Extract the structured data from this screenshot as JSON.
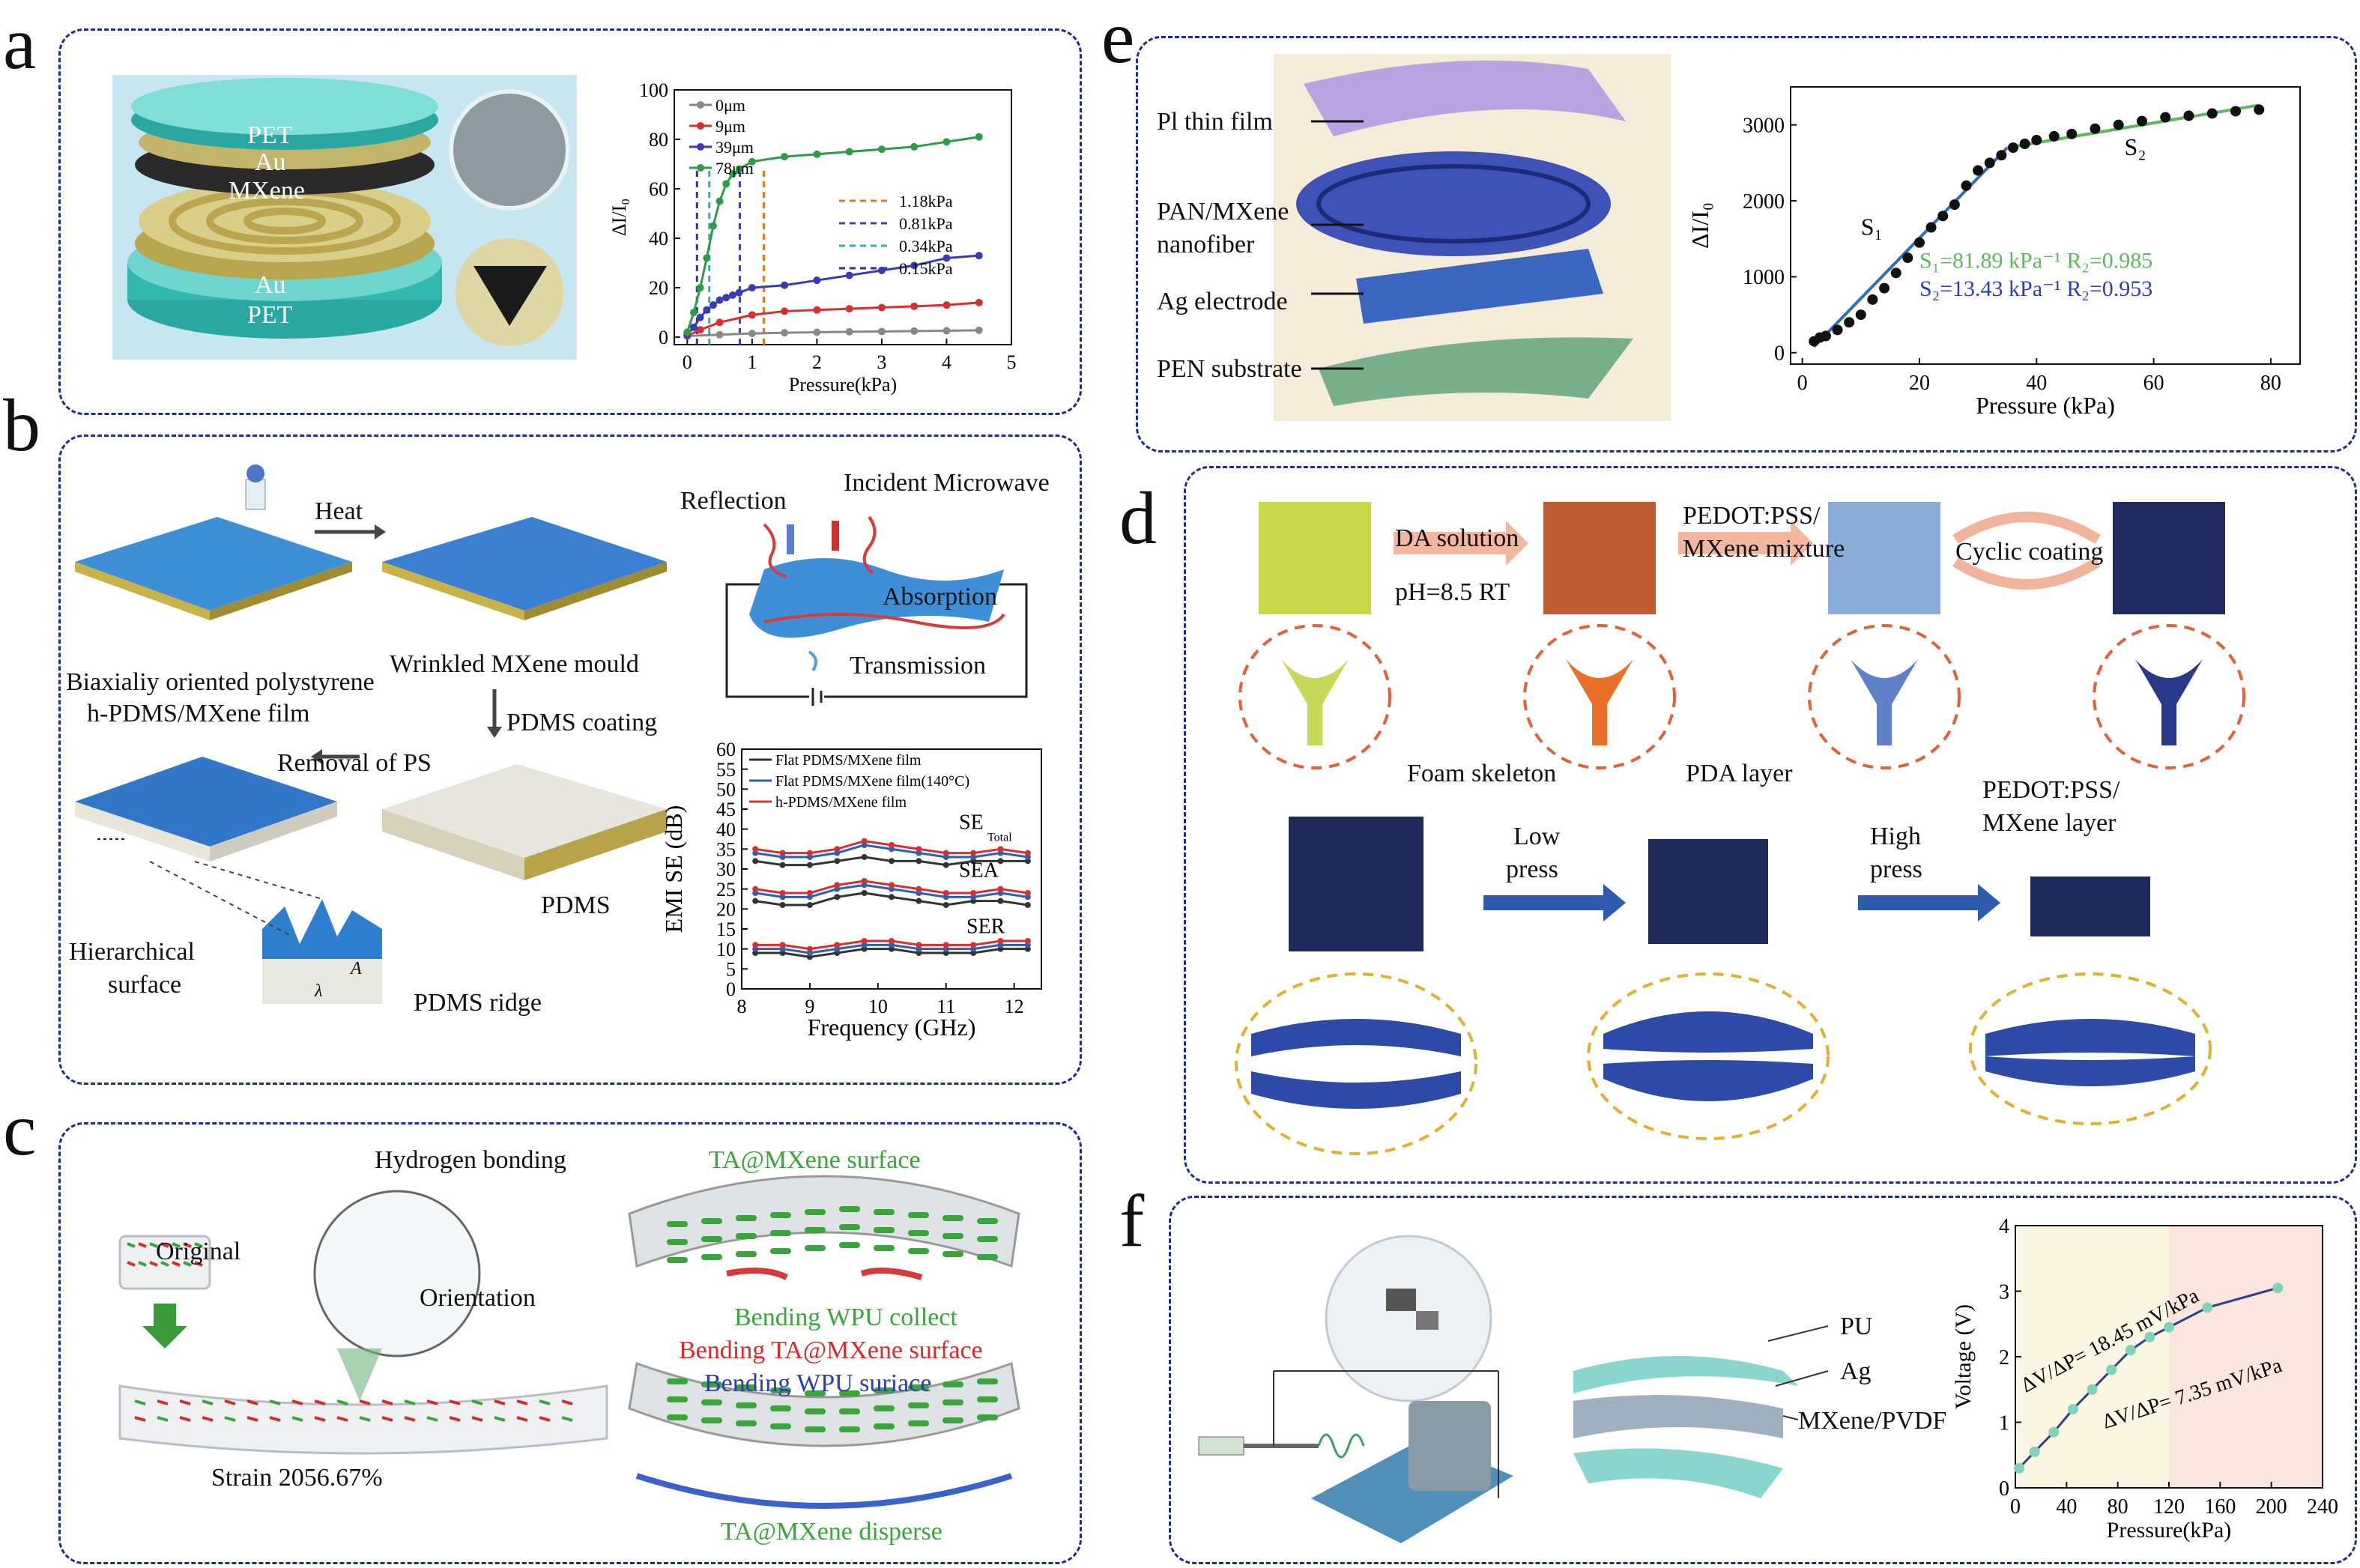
{
  "panels": {
    "a": {
      "label": "a",
      "layers": [
        "PET",
        "Au",
        "MXene",
        "Au",
        "PET"
      ],
      "chart_data": {
        "type": "line",
        "xlabel": "Pressure(kPa)",
        "ylabel": "ΔI/I₀",
        "xlim": [
          -0.2,
          5
        ],
        "ylim": [
          -3,
          100
        ],
        "xticks": [
          "0",
          "1",
          "2",
          "3",
          "4",
          "5"
        ],
        "yticks": [
          "0",
          "20",
          "40",
          "60",
          "80",
          "100"
        ],
        "series": [
          {
            "name": "0μm",
            "color": "#888888",
            "x": [
              0,
              0.5,
              1,
              1.5,
              2,
              2.5,
              3,
              3.5,
              4,
              4.5
            ],
            "y": [
              0.5,
              1,
              1.5,
              1.8,
              2,
              2.2,
              2.3,
              2.5,
              2.6,
              2.8
            ]
          },
          {
            "name": "9μm",
            "color": "#d33030",
            "x": [
              0,
              0.2,
              0.5,
              1,
              1.5,
              2,
              2.5,
              3,
              3.5,
              4,
              4.5
            ],
            "y": [
              0.5,
              3,
              6,
              9,
              10.5,
              11,
              11.5,
              12,
              12.5,
              13,
              14
            ]
          },
          {
            "name": "39μm",
            "color": "#3a3ab5",
            "x": [
              0,
              0.1,
              0.2,
              0.3,
              0.4,
              0.5,
              0.6,
              0.7,
              0.8,
              1,
              1.5,
              2,
              2.5,
              3,
              3.5,
              4,
              4.5
            ],
            "y": [
              1,
              4,
              8,
              11,
              13,
              15,
              16,
              17,
              18,
              20,
              21,
              23,
              25,
              27,
              29,
              32,
              33
            ]
          },
          {
            "name": "78μm",
            "color": "#2f9a4a",
            "x": [
              0,
              0.1,
              0.2,
              0.3,
              0.4,
              0.5,
              0.6,
              0.7,
              0.8,
              1,
              1.5,
              2,
              2.5,
              3,
              3.5,
              4,
              4.5
            ],
            "y": [
              2,
              10,
              20,
              32,
              45,
              55,
              62,
              66,
              68,
              71,
              73,
              74,
              75,
              76,
              77,
              79,
              81
            ]
          }
        ],
        "reference_lines": [
          {
            "name": "1.18kPa",
            "color": "#e07a20",
            "x": 1.18
          },
          {
            "name": "0.81kPa",
            "color": "#4040b0",
            "x": 0.81
          },
          {
            "name": "0.34kPa",
            "color": "#30b0b0",
            "x": 0.34
          },
          {
            "name": "0.15kPa",
            "color": "#3030a0",
            "x": 0.15
          }
        ]
      }
    },
    "b": {
      "label": "b",
      "texts": {
        "heat": "Heat",
        "biaxial": "Biaxialiy oriented polystyrene",
        "hpdms": "h-PDMS/MXene film",
        "wrinkled": "Wrinkled MXene mould",
        "pdms_coating": "PDMS coating",
        "removal": "Removal of PS",
        "pdms": "PDMS",
        "hierarchical": "Hierarchical",
        "surface": "surface",
        "ridge": "PDMS ridge",
        "reflection": "Reflection",
        "incident": "Incident Microwave",
        "absorption": "Absorption",
        "transmission": "Transmission",
        "lambda": "λ",
        "amp": "A"
      },
      "chart_data": {
        "type": "line",
        "xlabel": "Frequency (GHz)",
        "ylabel": "EMI SE (dB)",
        "xlim": [
          8,
          12.4
        ],
        "ylim": [
          0,
          60
        ],
        "xticks": [
          "8",
          "9",
          "10",
          "11",
          "12"
        ],
        "yticks": [
          "0",
          "5",
          "10",
          "15",
          "20",
          "25",
          "30",
          "35",
          "40",
          "45",
          "50",
          "55",
          "60"
        ],
        "legend": [
          "Flat PDMS/MXene film",
          "Flat PDMS/MXene film(140°C)",
          "h-PDMS/MXene film"
        ],
        "annotations": [
          "SE",
          "Total",
          "SEA",
          "SER"
        ],
        "series": [
          {
            "name": "Flat PDMS/MXene film",
            "color": "#333333",
            "x": [
              8.2,
              8.6,
              9,
              9.4,
              9.8,
              10.2,
              10.6,
              11,
              11.4,
              11.8,
              12.2
            ],
            "y": [
              32,
              31,
              31,
              32,
              33,
              32,
              32,
              31,
              32,
              32,
              32
            ]
          },
          {
            "name": "Flat PDMS/MXene film(140°C)",
            "color": "#2f5fb0",
            "x": [
              8.2,
              8.6,
              9,
              9.4,
              9.8,
              10.2,
              10.6,
              11,
              11.4,
              11.8,
              12.2
            ],
            "y": [
              34,
              33,
              33,
              34,
              36,
              35,
              34,
              33,
              33,
              34,
              33
            ]
          },
          {
            "name": "h-PDMS/MXene film",
            "color": "#d43030",
            "x": [
              8.2,
              8.6,
              9,
              9.4,
              9.8,
              10.2,
              10.6,
              11,
              11.4,
              11.8,
              12.2
            ],
            "y": [
              35,
              34,
              34,
              35,
              37,
              36,
              35,
              34,
              34,
              35,
              34
            ]
          },
          {
            "name": "SEA flat",
            "color": "#333333",
            "x": [
              8.2,
              8.6,
              9,
              9.4,
              9.8,
              10.2,
              10.6,
              11,
              11.4,
              11.8,
              12.2
            ],
            "y": [
              22,
              21,
              21,
              23,
              24,
              23,
              22,
              21,
              22,
              22,
              21
            ]
          },
          {
            "name": "SEA 140",
            "color": "#2f5fb0",
            "x": [
              8.2,
              8.6,
              9,
              9.4,
              9.8,
              10.2,
              10.6,
              11,
              11.4,
              11.8,
              12.2
            ],
            "y": [
              24,
              23,
              23,
              25,
              26,
              25,
              24,
              23,
              23,
              24,
              23
            ]
          },
          {
            "name": "SEA h",
            "color": "#d43030",
            "x": [
              8.2,
              8.6,
              9,
              9.4,
              9.8,
              10.2,
              10.6,
              11,
              11.4,
              11.8,
              12.2
            ],
            "y": [
              25,
              24,
              24,
              26,
              27,
              26,
              25,
              24,
              24,
              25,
              24
            ]
          },
          {
            "name": "SER flat",
            "color": "#333333",
            "x": [
              8.2,
              8.6,
              9,
              9.4,
              9.8,
              10.2,
              10.6,
              11,
              11.4,
              11.8,
              12.2
            ],
            "y": [
              9,
              9,
              8,
              9,
              10,
              10,
              9,
              9,
              9,
              10,
              10
            ]
          },
          {
            "name": "SER 140",
            "color": "#2f5fb0",
            "x": [
              8.2,
              8.6,
              9,
              9.4,
              9.8,
              10.2,
              10.6,
              11,
              11.4,
              11.8,
              12.2
            ],
            "y": [
              10,
              10,
              9,
              10,
              11,
              11,
              10,
              10,
              10,
              11,
              11
            ]
          },
          {
            "name": "SER h",
            "color": "#d43030",
            "x": [
              8.2,
              8.6,
              9,
              9.4,
              9.8,
              10.2,
              10.6,
              11,
              11.4,
              11.8,
              12.2
            ],
            "y": [
              11,
              11,
              10,
              11,
              12,
              12,
              11,
              11,
              11,
              12,
              12
            ]
          }
        ]
      }
    },
    "c": {
      "label": "c",
      "texts": {
        "hbond": "Hydrogen bonding",
        "original": "Original",
        "orientation": "Orientation",
        "strain": "Strain 2056.67%",
        "ta_surface": "TA@MXene surface",
        "collect": "Bending WPU collect",
        "bending_ta": "Bending TA@MXene surface",
        "bending_wpu": "Bending WPU suriace",
        "disperse": "TA@MXene disperse"
      },
      "colors": {
        "green": "#3aa53a",
        "red": "#d42d2d",
        "blue": "#2e3ea8"
      }
    },
    "d": {
      "label": "d",
      "texts": {
        "da": "DA solution",
        "ph": "pH=8.5 RT",
        "pedot1": "PEDOT:PSS/",
        "pedot2": "MXene mixture",
        "cyclic": "Cyclic coating",
        "foam": "Foam skeleton",
        "pda": "PDA layer",
        "layer1": "PEDOT:PSS/",
        "layer2": "MXene layer",
        "low1": "Low",
        "low2": "press",
        "high1": "High",
        "high2": "press"
      }
    },
    "e": {
      "label": "e",
      "layers": [
        "Pl thin film",
        "PAN/MXene",
        "nanofiber",
        "Ag electrode",
        "PEN substrate"
      ],
      "chart_data": {
        "type": "scatter",
        "xlabel": "Pressure (kPa)",
        "ylabel": "ΔI/I₀",
        "xlim": [
          -2,
          85
        ],
        "ylim": [
          -150,
          3500
        ],
        "xticks": [
          "0",
          "20",
          "40",
          "60",
          "80"
        ],
        "yticks": [
          "0",
          "1000",
          "2000",
          "3000"
        ],
        "points_x": [
          2,
          3,
          4,
          6,
          8,
          10,
          12,
          14,
          16,
          18,
          20,
          22,
          24,
          26,
          28,
          30,
          32,
          34,
          36,
          38,
          40,
          43,
          46,
          50,
          54,
          58,
          62,
          66,
          70,
          74,
          78
        ],
        "points_y": [
          150,
          200,
          220,
          300,
          400,
          500,
          700,
          850,
          1050,
          1250,
          1450,
          1650,
          1800,
          1950,
          2200,
          2400,
          2500,
          2600,
          2700,
          2750,
          2800,
          2850,
          2880,
          2950,
          3000,
          3050,
          3100,
          3120,
          3150,
          3180,
          3200
        ],
        "fit_lines": [
          {
            "name": "S₁",
            "color": "#2f6fb8",
            "x": [
              2,
              35
            ],
            "y": [
              80,
              2700
            ]
          },
          {
            "name": "S₂",
            "color": "#5cb85c",
            "x": [
              35,
              78
            ],
            "y": [
              2700,
              3260
            ]
          }
        ],
        "annotations": {
          "s1": "S₁",
          "s2": "S₂",
          "eq1": "S₁=81.89 kPa⁻¹ R₂=0.985",
          "eq2": "S₂=13.43 kPa⁻¹ R₂=0.953"
        }
      }
    },
    "f": {
      "label": "f",
      "layers": [
        "PU",
        "Ag",
        "MXene/PVDF"
      ],
      "chart_data": {
        "type": "scatter",
        "xlabel": "Pressure(kPa)",
        "ylabel": "Voltage (V)",
        "xlim": [
          0,
          240
        ],
        "ylim": [
          0,
          4
        ],
        "xticks": [
          "0",
          "40",
          "80",
          "120",
          "160",
          "200",
          "240"
        ],
        "yticks": [
          "0",
          "1",
          "2",
          "3",
          "4"
        ],
        "points_x": [
          3,
          15,
          30,
          45,
          60,
          75,
          90,
          105,
          120,
          150,
          205
        ],
        "points_y": [
          0.3,
          0.55,
          0.85,
          1.2,
          1.5,
          1.8,
          2.1,
          2.3,
          2.45,
          2.75,
          3.05
        ],
        "regions": [
          {
            "from": 0,
            "to": 120,
            "color": "#fbf6e2"
          },
          {
            "from": 120,
            "to": 240,
            "color": "#fbe6df"
          }
        ],
        "annotations": {
          "slope1": "ΔV/ΔP= 18.45 mV/kPa",
          "slope2": "ΔV/ΔP= 7.35 mV/kPa"
        }
      }
    }
  }
}
